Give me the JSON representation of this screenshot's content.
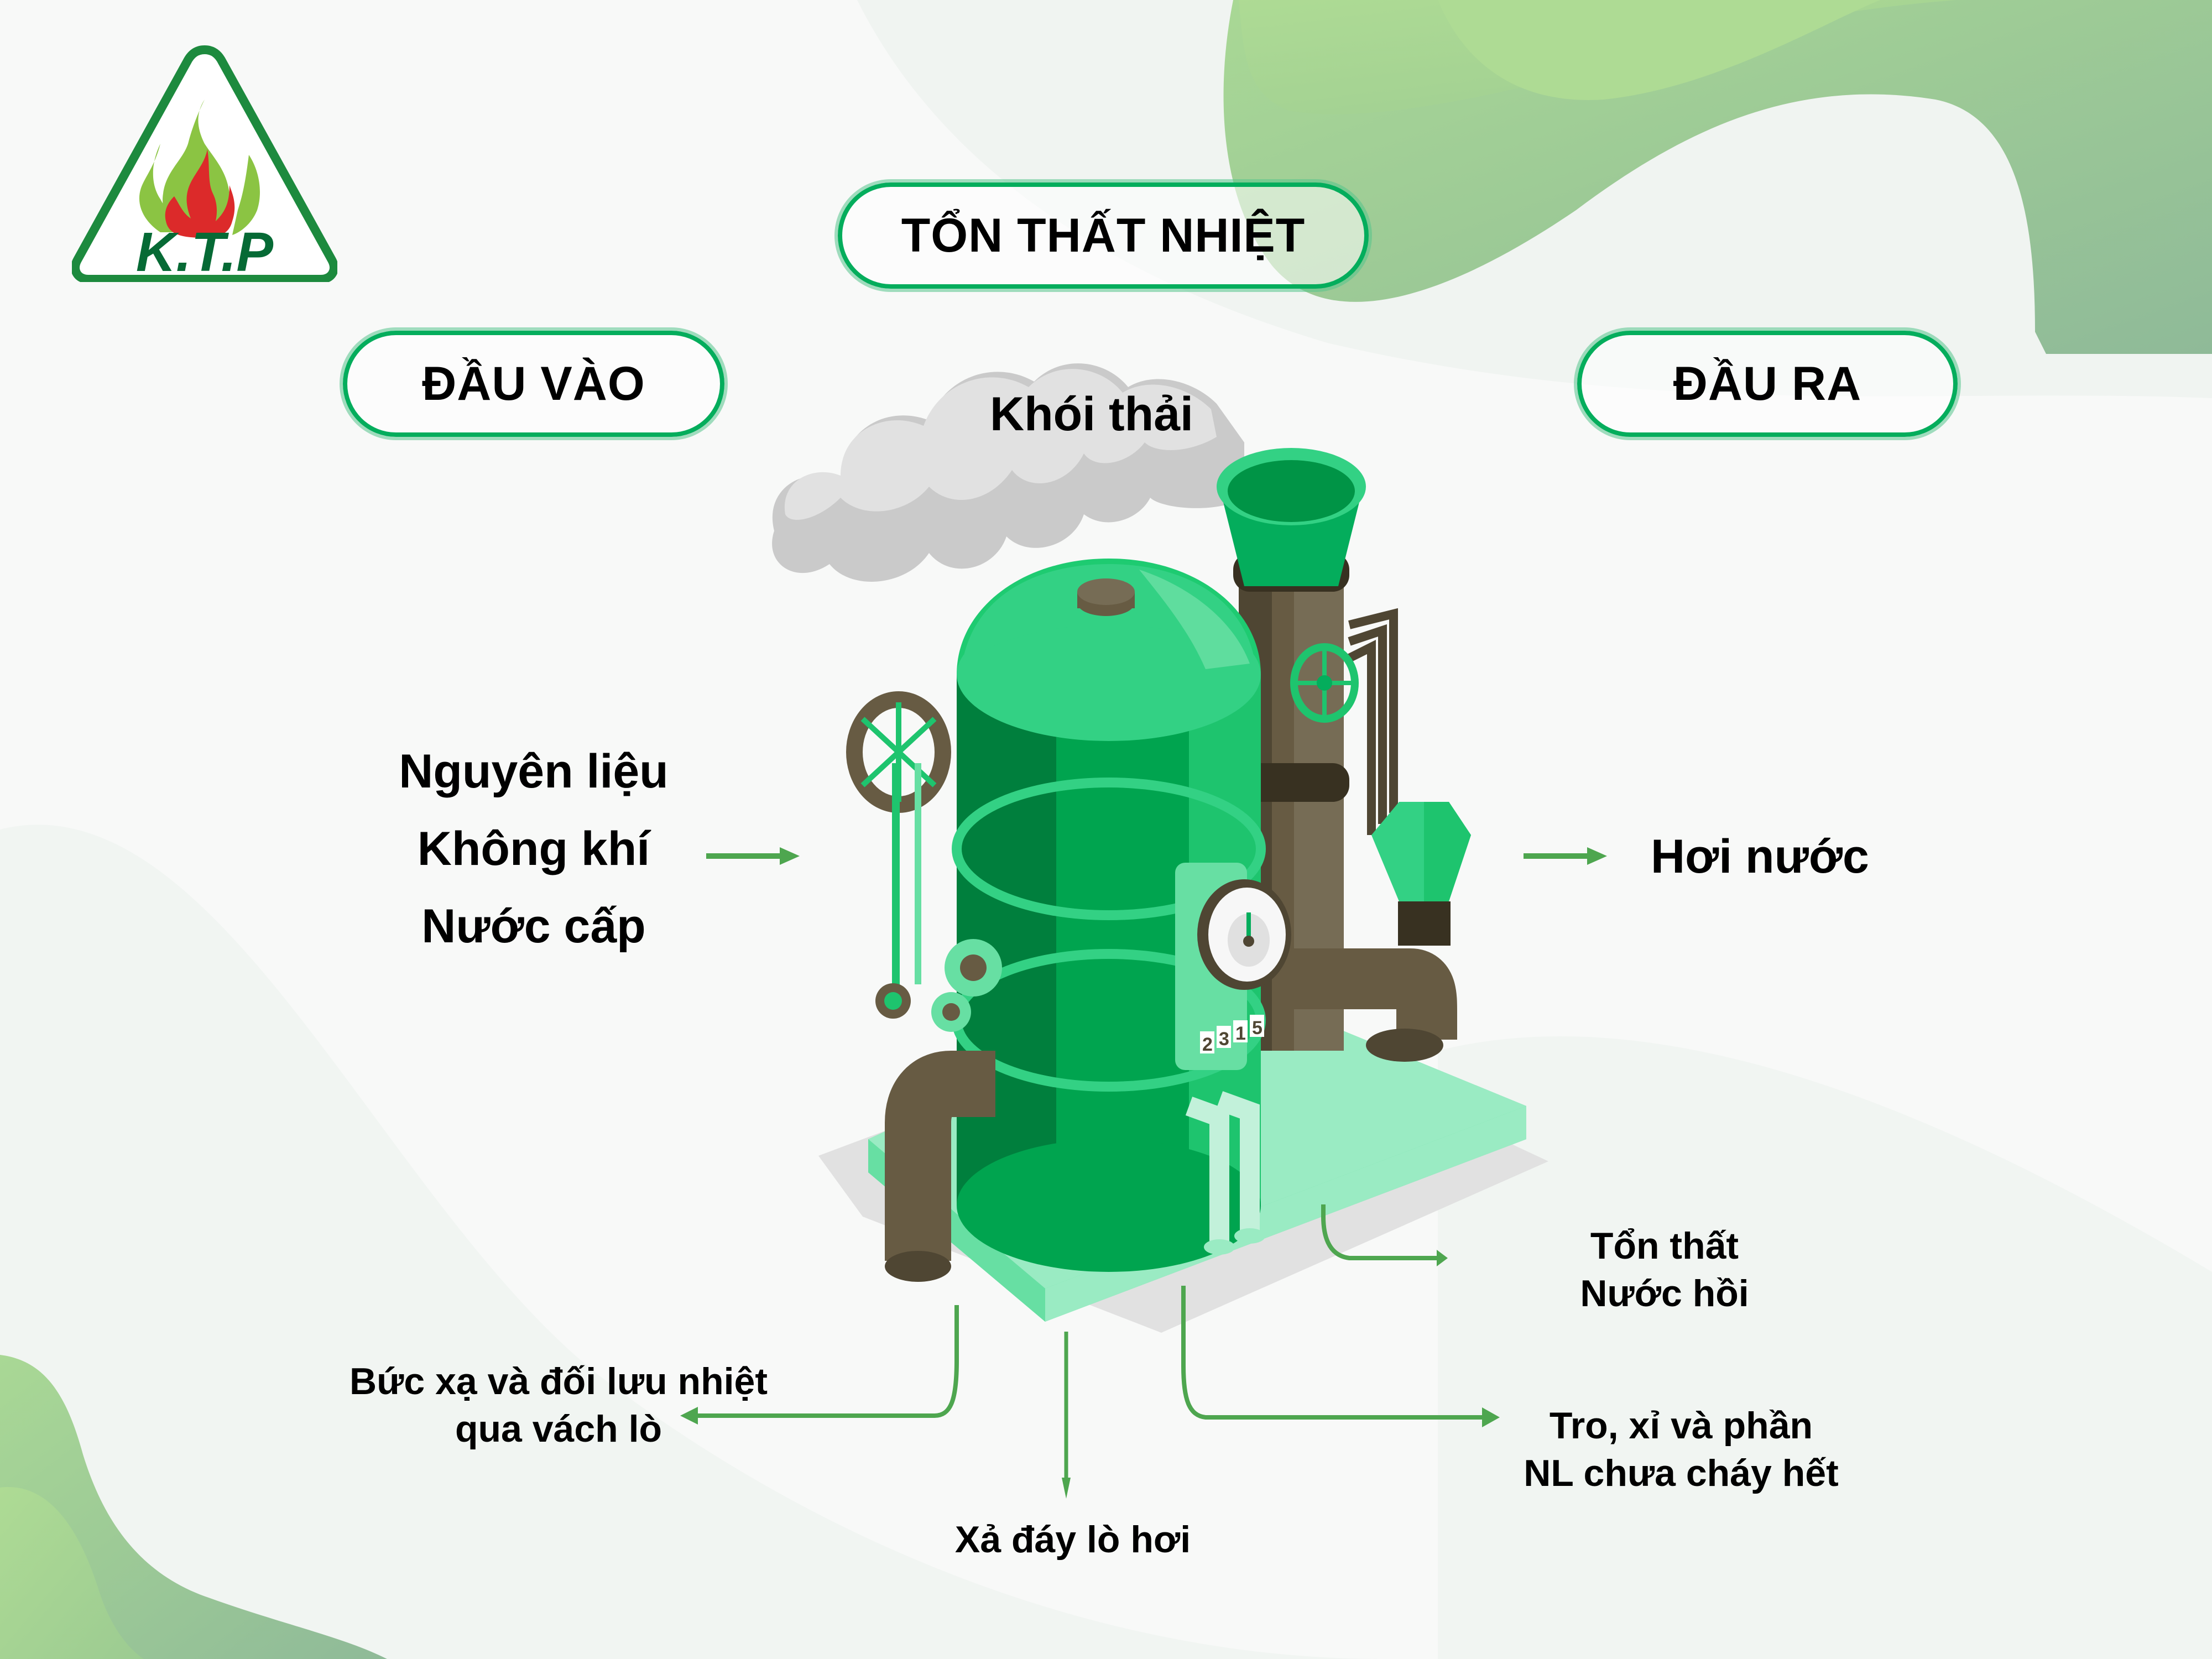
{
  "brand": {
    "logo_text": "K.T.P",
    "colors": {
      "primary_green": "#04ad5c",
      "dark_green": "#066a35",
      "flame_red": "#dc2a2a",
      "flame_green": "#8bc443",
      "arrow_green": "#4ea64f"
    }
  },
  "title": "TỔN THẤT NHIỆT",
  "input_header": "ĐẦU VÀO",
  "output_header": "ĐẦU RA",
  "top_output": "Khói thải",
  "inputs": [
    "Nguyên liệu",
    "Không khí",
    "Nước cấp"
  ],
  "main_output": "Hơi nước",
  "losses": {
    "wall": {
      "line1": "Bức xạ và đối lưu nhiệt",
      "line2": "qua vách lò"
    },
    "blowdown": "Xả đáy lò hơi",
    "ash": {
      "line1": "Tro, xỉ và phần",
      "line2": "NL chưa cháy hết"
    },
    "condensate": {
      "line1": "Tổn thất",
      "line2": "Nước hồi"
    }
  },
  "boiler": {
    "counter_digits": [
      "2",
      "3",
      "1",
      "5"
    ],
    "icons": [
      "boiler-tank-icon",
      "chimney-icon",
      "pressure-gauge-icon",
      "smoke-cloud-icon",
      "flywheel-icon",
      "gear-icon",
      "valve-wheel-icon"
    ]
  }
}
